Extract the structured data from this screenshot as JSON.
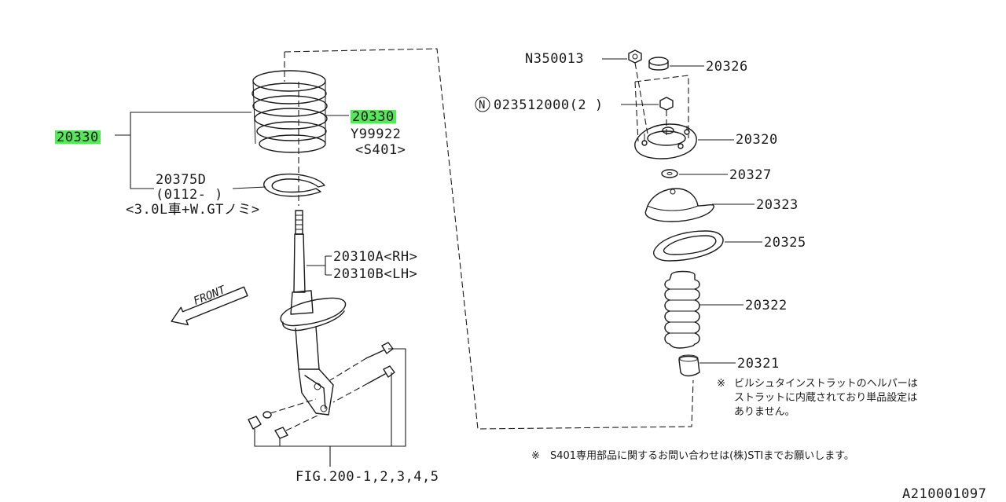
{
  "labels": {
    "spring_left": "20330",
    "spring_right": "20330",
    "spring_alt": "Y99922",
    "spring_alt_note": "<S401>",
    "spacer": "20375D",
    "spacer_date": "(0112- )",
    "spacer_note": "<3.0L車+W.GTノミ>",
    "strut_rh": "20310A<RH>",
    "strut_lh": "20310B<LH>",
    "nut_top": "N350013",
    "cap": "20326",
    "nut_mount": "023512000(2 )",
    "nut_mount_circle": "N",
    "mount": "20320",
    "washer": "20327",
    "seat": "20323",
    "rubber_seat": "20325",
    "boot": "20322",
    "bump_stop": "20321",
    "front": "FRONT",
    "fig": "FIG.200-1,2,3,4,5",
    "diagram_id": "A210001097"
  },
  "notes": {
    "helper_mark": "※",
    "helper_line1": "ビルシュタインストラットのヘルパーは",
    "helper_line2": "ストラットに内蔵されており単品設定は",
    "helper_line3": "ありません。",
    "s401_mark": "※",
    "s401": "S401専用部品に関するお問い合わせは(株)STIまでお願いします。"
  },
  "colors": {
    "highlight": "#56e85a",
    "ink": "#1a1a1a"
  }
}
